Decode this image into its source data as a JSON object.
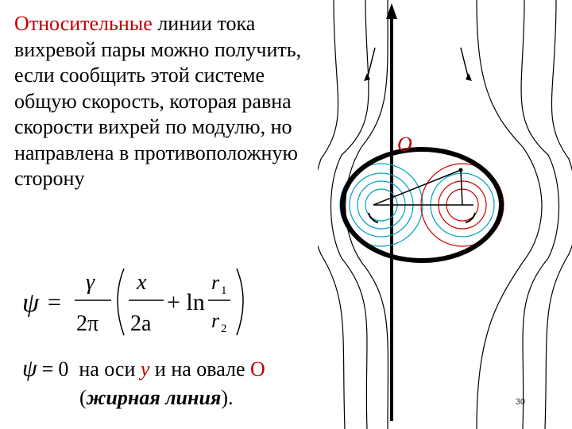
{
  "text": {
    "paragraph_lead": "Относительные",
    "paragraph_rest": " линии тока вихревой пары можно получить, если сообщить этой системе общую скорость, которая равна скорости вихрей по модулю, но направлена в противоположную сторону"
  },
  "formula": {
    "lhs": "ψ",
    "eq": "=",
    "frac1_num": "γ",
    "frac1_den": "2π",
    "frac2_num": "x",
    "frac2_den": "2a",
    "plus_ln": "+ ln",
    "r1": "r",
    "r1_sub": "1",
    "r2": "r",
    "r2_sub": "2"
  },
  "note": {
    "psi": "ψ",
    "eq": "=",
    "zero": "0",
    "text1": "на оси",
    "y": "y",
    "text2": "и на овале",
    "oval": "O",
    "open": "(",
    "bold": "жирная линия",
    "close": ")."
  },
  "diagram": {
    "oval_label": "O",
    "colors": {
      "oval": "#000000",
      "cyan": "#00a0c0",
      "red": "#d00000",
      "stream": "#000000"
    }
  },
  "page_number": "30"
}
